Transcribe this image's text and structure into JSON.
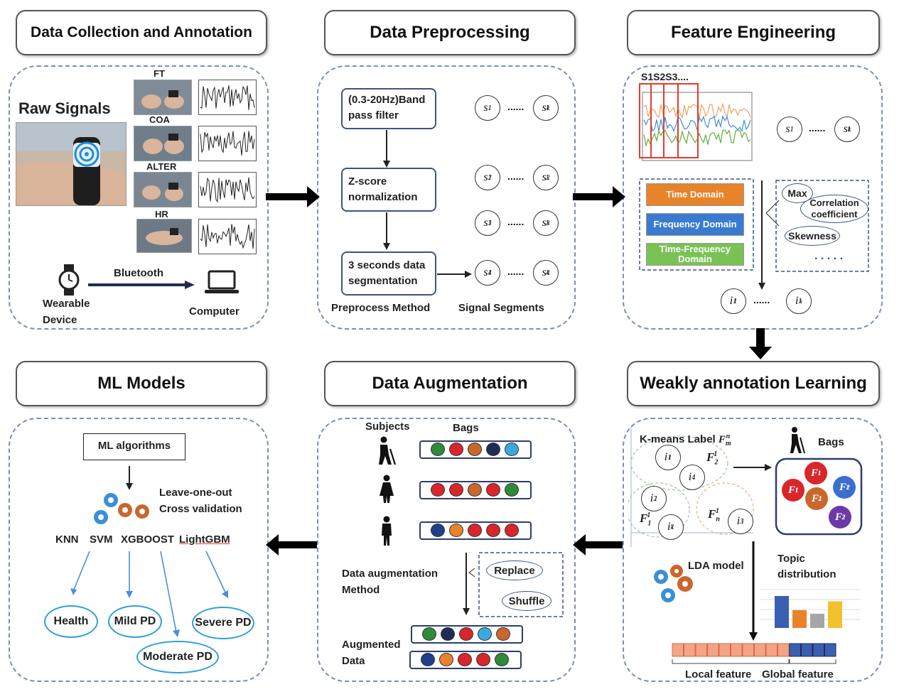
{
  "titles": {
    "data_collection": "Data Collection and Annotation",
    "preprocessing": "Data Preprocessing",
    "feature_engineering": "Feature Engineering",
    "ml_models": "ML Models",
    "augmentation": "Data Augmentation",
    "weak_learning": "Weakly annotation Learning"
  },
  "collection": {
    "raw_signals": "Raw Signals",
    "tasks": [
      "FT",
      "COA",
      "ALTER",
      "HR"
    ],
    "bluetooth": "Bluetooth",
    "wearable": "Wearable\nDevice",
    "computer": "Computer"
  },
  "preprocess": {
    "filter": "(0.3-20Hz)Band pass filter",
    "zscore": "Z-score normalization",
    "segmentation": "3 seconds data segmentation",
    "method_label": "Preprocess Method",
    "segments_label": "Signal Segments",
    "dots": "......"
  },
  "feature": {
    "segment_header": "S1S2S3....",
    "time_domain": "Time Domain",
    "freq_domain": "Frequency Domain",
    "tf_domain": "Time-Frequency Domain",
    "max": "Max",
    "correlation": "Correlation coefficient",
    "skewness": "Skewness",
    "more": ". . . . .",
    "dots": "......"
  },
  "weak": {
    "kmeans": "K-means Label",
    "bags": "Bags",
    "lda": "LDA model",
    "topic": "Topic distribution",
    "local": "Local feature",
    "global": "Global feature",
    "topic_colors": [
      "#3a5fb0",
      "#e8832a",
      "#a6a6a6",
      "#f2c12e"
    ],
    "topic_values": [
      0.9,
      0.5,
      0.4,
      0.75
    ]
  },
  "augment": {
    "subjects": "Subjects",
    "bags": "Bags",
    "method": "Data augmentation Method",
    "replace": "Replace",
    "shuffle": "Shuffle",
    "augmented": "Augmented Data",
    "bag_colors": [
      [
        "#2f8a3a",
        "#d8262a",
        "#c9672c",
        "#1f2d55",
        "#3aa9e0"
      ],
      [
        "#d8262a",
        "#d8262a",
        "#c9672c",
        "#d8262a",
        "#2f8a3a"
      ],
      [
        "#1f3f8a",
        "#e8832a",
        "#d8262a",
        "#d8262a",
        "#d8262a"
      ]
    ],
    "aug_colors": [
      [
        "#2f8a3a",
        "#1f2d55",
        "#d8262a",
        "#3aa9e0",
        "#c9672c"
      ],
      [
        "#1f3f8a",
        "#e8832a",
        "#d8262a",
        "#d8262a",
        "#2f8a3a"
      ]
    ]
  },
  "ml": {
    "algorithms": "ML algorithms",
    "loocv": "Leave-one-out Cross validation",
    "models": [
      "KNN",
      "SVM",
      "XGBOOST",
      "LightGBM"
    ],
    "classes": [
      "Health",
      "Mild PD",
      "Moderate PD",
      "Severe PD"
    ]
  }
}
